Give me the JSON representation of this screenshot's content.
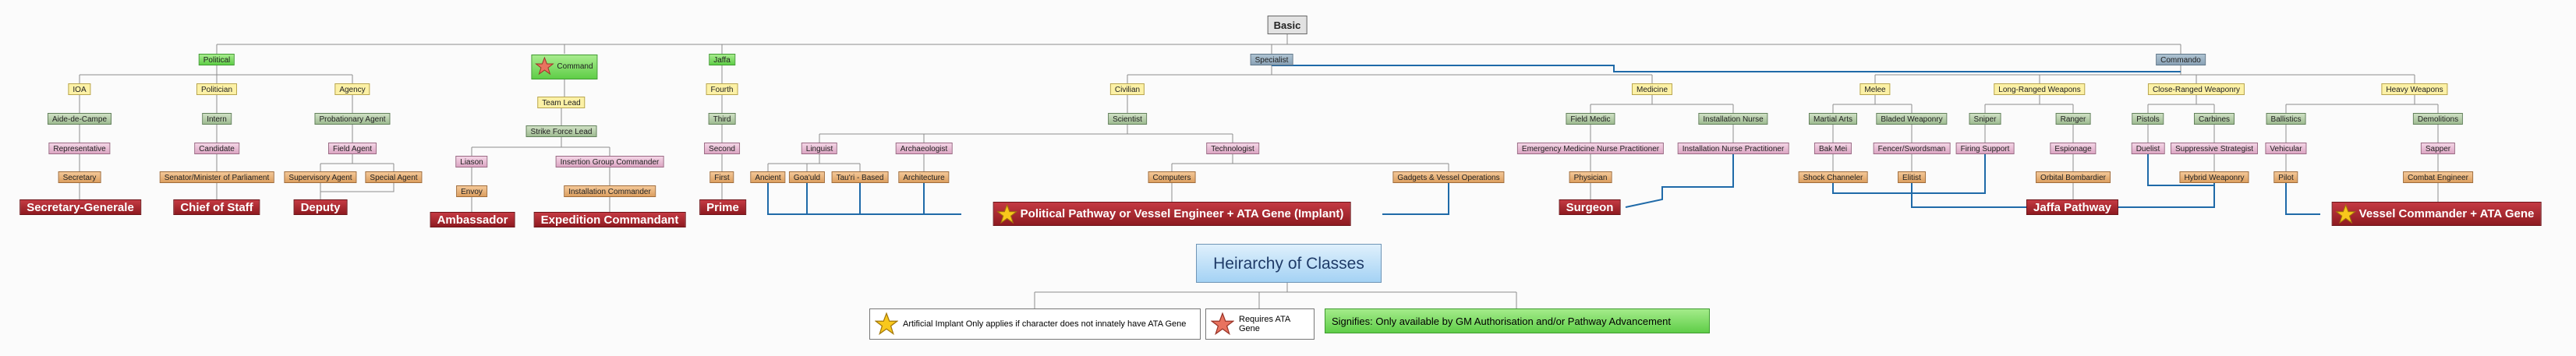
{
  "title": "Heirarchy of Classes",
  "legend": {
    "star_yellow_text": "Artificial Implant Only applies if character does not innately have ATA Gene",
    "star_red_text": "Requires ATA Gene",
    "green_text": "Signifies: Only available by GM Authorisation and/or Pathway Advancement"
  },
  "colors": {
    "green": "#5fce47",
    "yellow": "#fcf1a6",
    "sage": "#9fbc92",
    "pink": "#dca6c3",
    "orange": "#dc9f60",
    "blue": "#8aa2b6",
    "dark_red": "#8e1a20",
    "title_blue": "#a4d2f4",
    "pathway_line": "#1f6aa8"
  },
  "nodes": {
    "basic": "Basic",
    "political": "Political",
    "command": "Command",
    "jaffa": "Jaffa",
    "specialist": "Specialist",
    "commando": "Commando",
    "ioa": "IOA",
    "politician": "Politician",
    "agency": "Agency",
    "team_lead": "Team Lead",
    "strike_force_lead": "Strike Force Lead",
    "fourth": "Fourth",
    "third": "Third",
    "second": "Second",
    "first": "First",
    "aide_de_campe": "Aide-de-Campe",
    "representative": "Representative",
    "secretary": "Secretary",
    "intern": "Intern",
    "candidate": "Candidate",
    "senator": "Senator/Minister of Parliament",
    "probationary_agent": "Probationary Agent",
    "field_agent": "Field Agent",
    "supervisory_agent": "Supervisory Agent",
    "special_agent": "Special Agent",
    "liason": "Liason",
    "envoy": "Envoy",
    "insertion_group_commander": "Insertion Group Commander",
    "installation_commander": "Installation Commander",
    "civilian": "Civilian",
    "scientist": "Scientist",
    "linguist": "Linguist",
    "archaeologist": "Archaeologist",
    "technologist": "Technologist",
    "ancient": "Ancient",
    "goauld": "Goa'uld",
    "tauri_based": "Tau'ri - Based",
    "architecture": "Architecture",
    "computers": "Computers",
    "gadgets": "Gadgets & Vessel Operations",
    "medicine": "Medicine",
    "field_medic": "Field Medic",
    "installation_nurse": "Installation Nurse",
    "emergency_nurse": "Emergency Medicine Nurse Practitioner",
    "installation_nurse_practitioner": "Installation Nurse Practitioner",
    "physician": "Physician",
    "melee": "Melee",
    "martial_arts": "Martial Arts",
    "bladed_weaponry": "Bladed Weaponry",
    "bak_mei": "Bak Mei",
    "fencer": "Fencer/Swordsman",
    "shock_channeler": "Shock Channeler",
    "elitist": "Elitist",
    "long_ranged": "Long-Ranged Weapons",
    "sniper": "Sniper",
    "ranger": "Ranger",
    "firing_support": "Firing Support",
    "espionage": "Espionage",
    "orbital_bombardier": "Orbital Bombardier",
    "close_ranged": "Close-Ranged Weaponry",
    "pistols": "Pistols",
    "carbines": "Carbines",
    "duelist": "Duelist",
    "suppressive_strategist": "Suppressive Strategist",
    "hybrid_weaponry": "Hybrid Weaponry",
    "heavy_weapons": "Heavy Weapons",
    "ballistics": "Ballistics",
    "demolitions": "Demolitions",
    "vehicular": "Vehicular",
    "sapper": "Sapper",
    "pilot": "Pilot",
    "combat_engineer": "Combat Engineer"
  },
  "capstones": {
    "secretary_generale": "Secretary-Generale",
    "chief_of_staff": "Chief of Staff",
    "deputy": "Deputy",
    "ambassador": "Ambassador",
    "expedition_commandant": "Expedition Commandant",
    "prime": "Prime",
    "political_pathway": "Political Pathway or Vessel Engineer + ATA Gene (Implant)",
    "surgeon": "Surgeon",
    "jaffa_pathway": "Jaffa Pathway",
    "vessel_commander": "Vessel Commander + ATA Gene"
  },
  "icons": {
    "yellow_star": "yellow-star-icon",
    "red_star": "red-star-icon"
  }
}
